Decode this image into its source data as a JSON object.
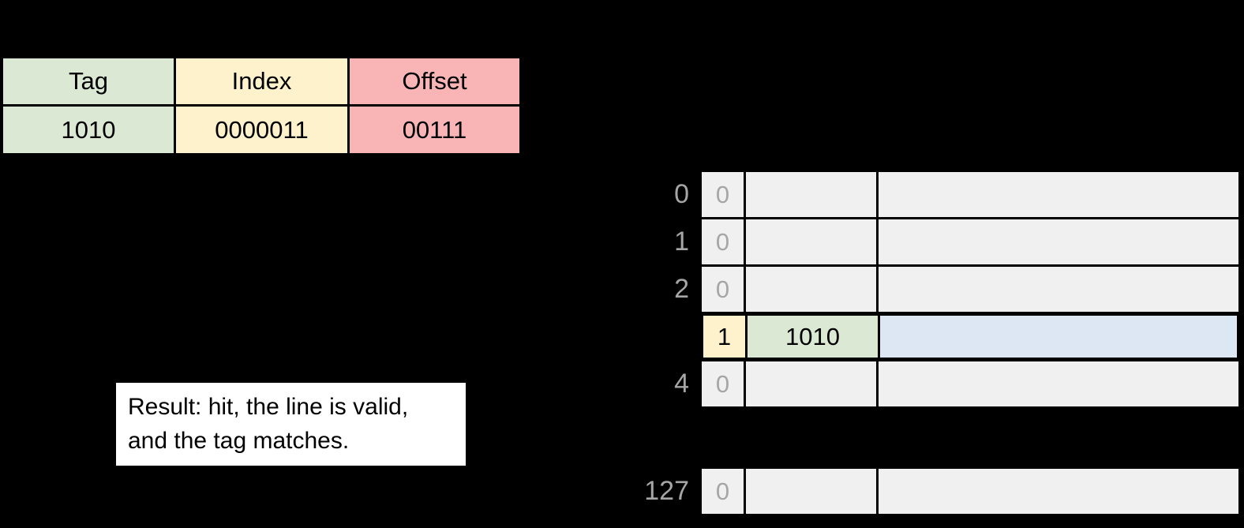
{
  "slide": {
    "background_color": "#000000"
  },
  "address_table": {
    "columns": [
      {
        "field": "Tag",
        "value": "1010",
        "color": "#dbe8d4"
      },
      {
        "field": "Index",
        "value": "0000011",
        "color": "#fef2cc"
      },
      {
        "field": "Offset",
        "value": "00111",
        "color": "#f9b5b6"
      }
    ]
  },
  "cache_table": {
    "rows": [
      {
        "label": "0",
        "valid": "0",
        "tag": "",
        "data": "",
        "highlighted": false
      },
      {
        "label": "1",
        "valid": "0",
        "tag": "",
        "data": "",
        "highlighted": false
      },
      {
        "label": "2",
        "valid": "0",
        "tag": "",
        "data": "",
        "highlighted": false
      },
      {
        "label": "",
        "valid": "1",
        "tag": "1010",
        "data": "",
        "highlighted": true
      },
      {
        "label": "4",
        "valid": "0",
        "tag": "",
        "data": "",
        "highlighted": false
      },
      {
        "label": "127",
        "valid": "0",
        "tag": "",
        "data": "",
        "highlighted": false
      }
    ],
    "colors": {
      "cell_background": "#f0f0f0",
      "muted_text": "#a6a6a6",
      "border": "#000000",
      "highlight_valid": "#fef2cc",
      "highlight_tag": "#dbe8d4",
      "highlight_data": "#dce7f3"
    }
  },
  "result_box": {
    "background": "#ffffff",
    "line1": "Result: hit, the line is valid,",
    "line2": "and the tag matches."
  }
}
